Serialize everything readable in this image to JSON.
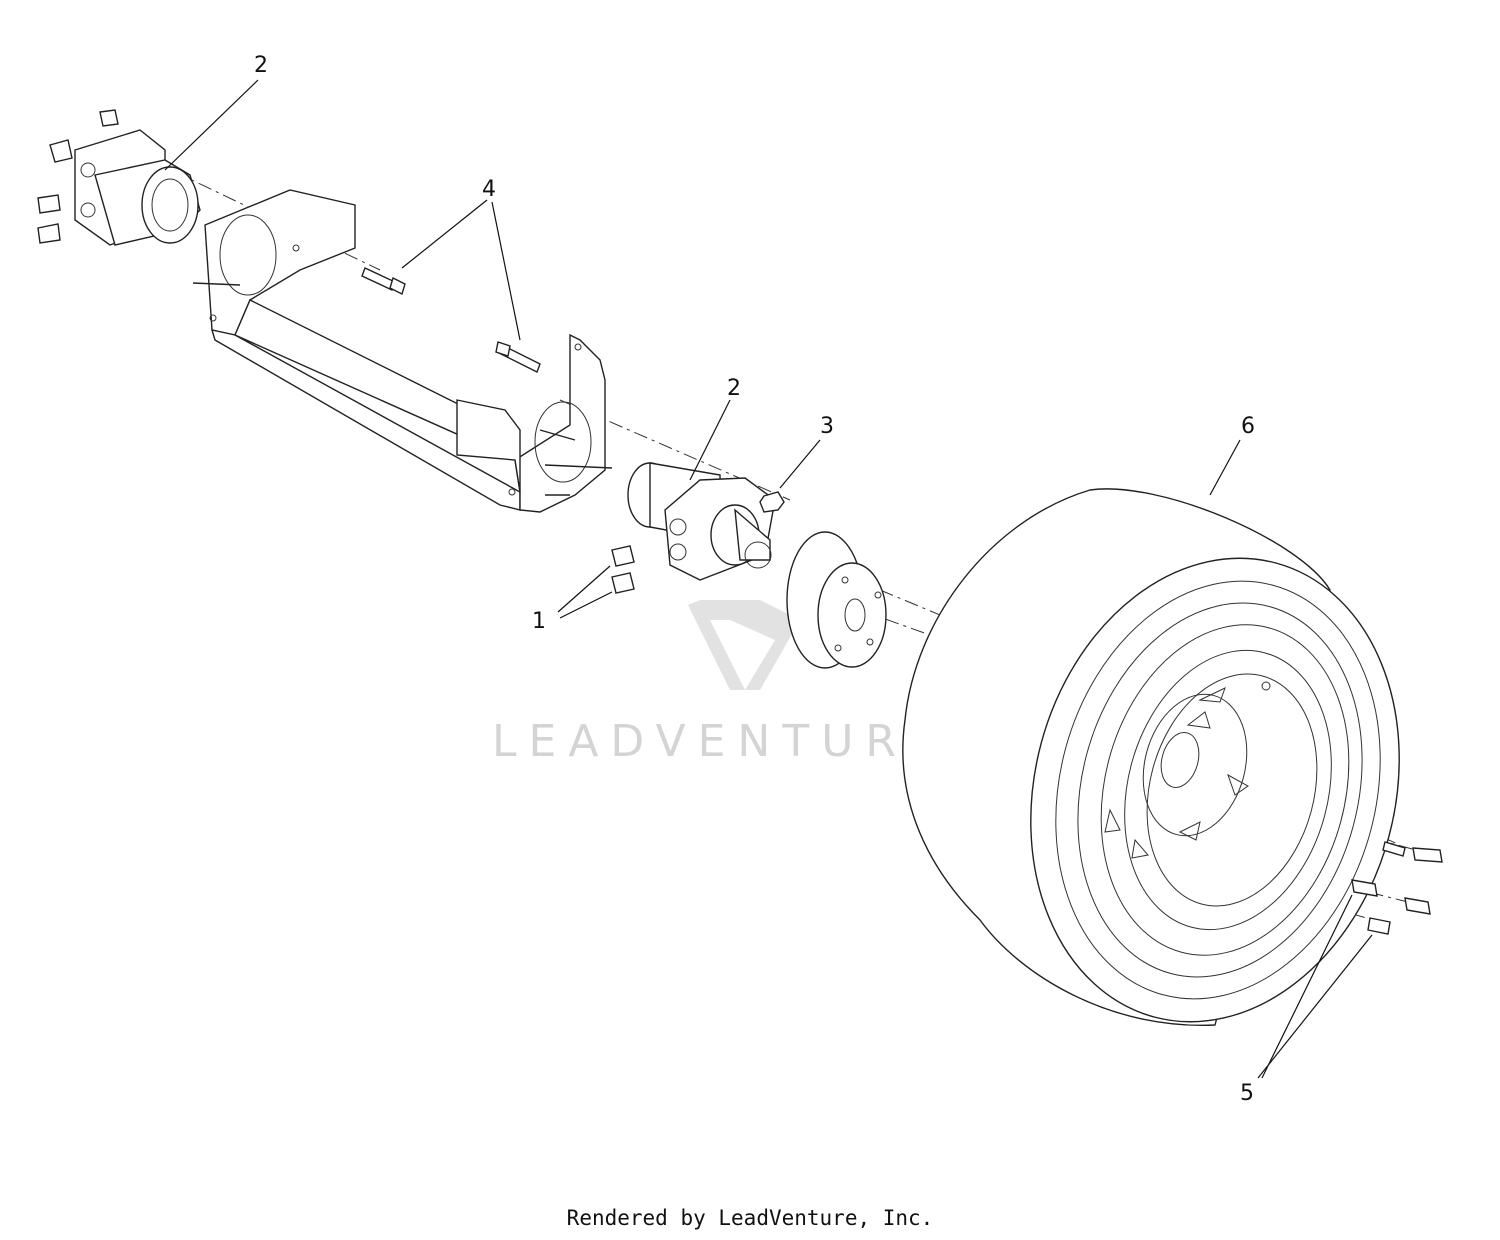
{
  "diagram": {
    "callouts": [
      {
        "id": "2a",
        "label": "2"
      },
      {
        "id": "4",
        "label": "4"
      },
      {
        "id": "2b",
        "label": "2"
      },
      {
        "id": "3",
        "label": "3"
      },
      {
        "id": "6",
        "label": "6"
      },
      {
        "id": "1",
        "label": "1"
      },
      {
        "id": "5",
        "label": "5"
      }
    ]
  },
  "watermark": {
    "text": "LEADVENTURE"
  },
  "footer": {
    "text": "Rendered by LeadVenture, Inc."
  }
}
